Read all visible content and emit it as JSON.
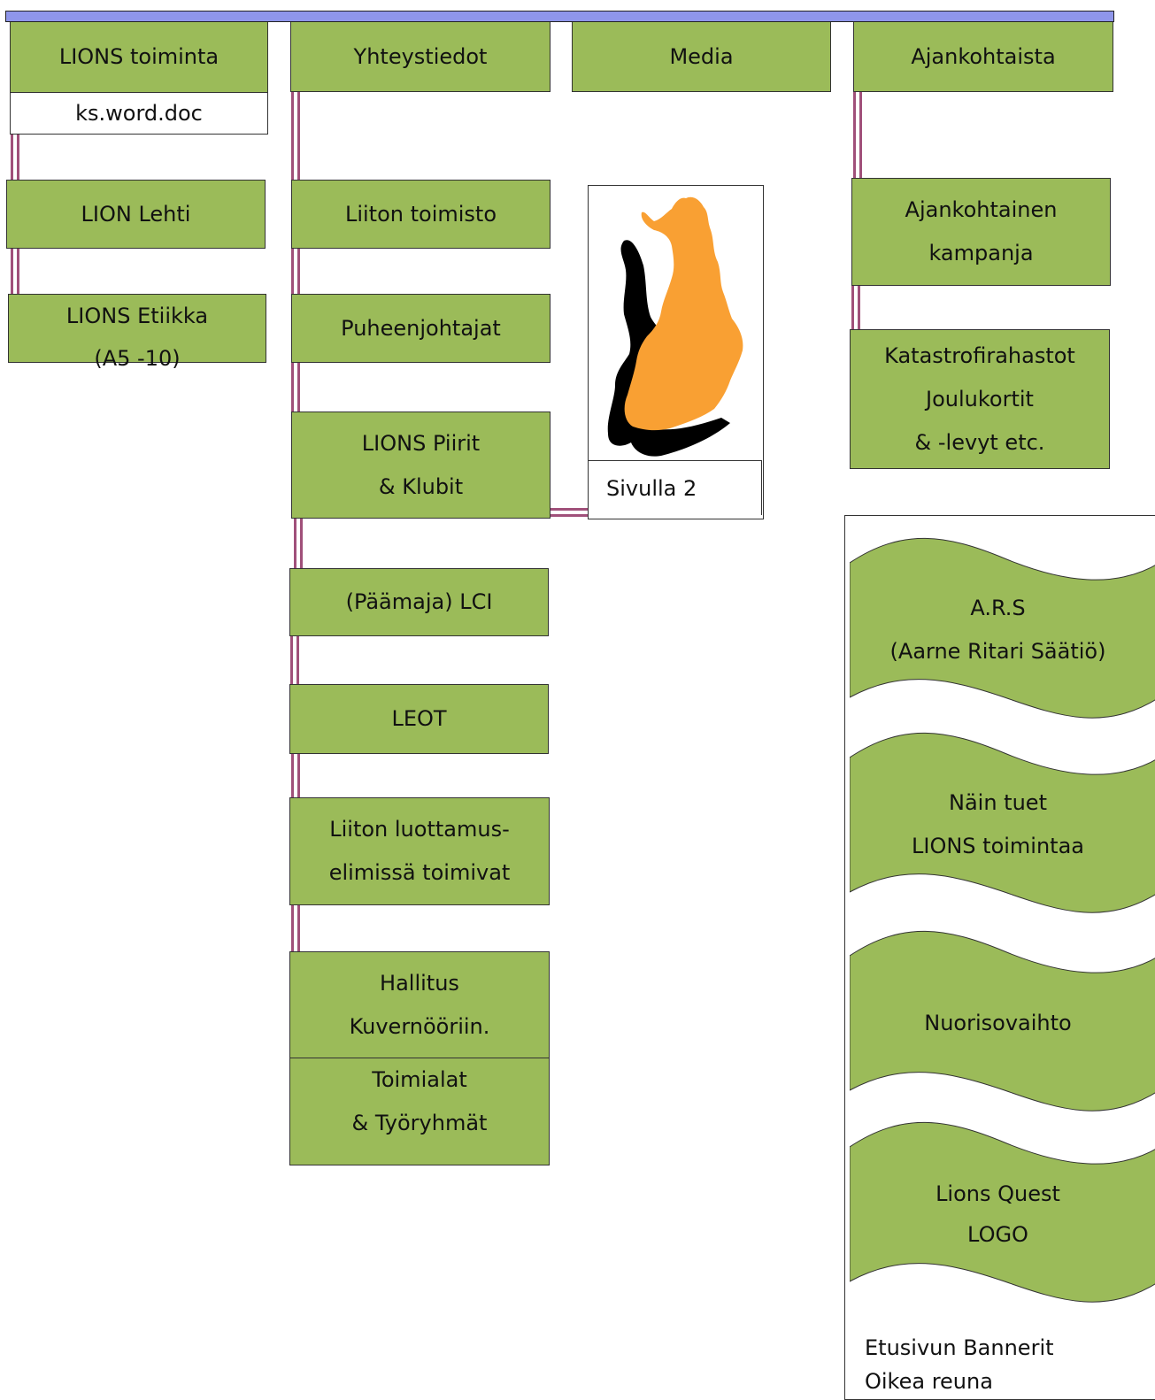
{
  "nav": {
    "lions_toiminta": "LIONS toiminta",
    "yhteystiedot": "Yhteystiedot",
    "media": "Media",
    "ajankohtaista": "Ajankohtaista"
  },
  "col1": {
    "note": "ks.word.doc",
    "lion_lehti": "LION Lehti",
    "etiikka_l1": "LIONS Etiikka",
    "etiikka_l2": "(A5 -10)"
  },
  "col2": {
    "liiton_toimisto": "Liiton toimisto",
    "puheenjohtajat": "Puheenjohtajat",
    "piirit_l1": "LIONS Piirit",
    "piirit_l2": "& Klubit",
    "paamaja": "(Päämaja) LCI",
    "leot": "LEOT",
    "luottamus_l1": "Liiton luottamus-",
    "luottamus_l2": "elimissä toimivat",
    "hallitus_l1": "Hallitus",
    "hallitus_l2": "Kuvernööriin.",
    "toimialat_l1": "Toimialat",
    "toimialat_l2": "& Työryhmät"
  },
  "map": {
    "caption": "Sivulla 2"
  },
  "col4": {
    "kampanja_l1": "Ajankohtainen",
    "kampanja_l2": "kampanja",
    "katastrofi_l1": "Katastrofirahastot",
    "katastrofi_l2": "Joulukortit",
    "katastrofi_l3": "& -levyt etc."
  },
  "banners": {
    "ars_l1": "A.R.S",
    "ars_l2": "(Aarne Ritari Säätiö)",
    "tuet_l1": "Näin tuet",
    "tuet_l2": "LIONS toimintaa",
    "nuoriso": "Nuorisovaihto",
    "quest_l1": "Lions Quest",
    "quest_l2": "LOGO",
    "caption_l1": "Etusivun Bannerit",
    "caption_l2": "Oikea reuna"
  },
  "colors": {
    "box_green": "#9bbb59",
    "connector": "#a0507a",
    "top_bar": "#8f96ea",
    "map_orange": "#f9a033"
  }
}
